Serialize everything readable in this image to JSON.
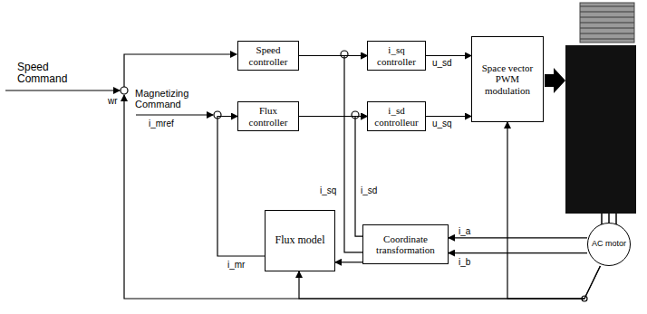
{
  "diagram": {
    "nodes": [
      {
        "text": [
          "Speed controller"
        ]
      },
      {
        "text": [
          "i_sq controller"
        ]
      },
      {
        "text": [
          "Space vector PWM modulation"
        ]
      },
      {
        "text": [
          "Flux controller"
        ]
      },
      {
        "text": [
          "i_sd controlleur"
        ]
      },
      {
        "text": [
          "Flux model"
        ]
      },
      {
        "text": [
          "Coordinate transformation"
        ]
      },
      {
        "text": [
          "AC motor"
        ]
      }
    ],
    "edges": [
      {
        "from": 0,
        "to": 1,
        "arrow": "to"
      },
      {
        "from": 1,
        "to": 2,
        "label": "u_sd",
        "arrow": "to"
      },
      {
        "from": 3,
        "to": 4,
        "arrow": "to"
      },
      {
        "from": 4,
        "to": 2,
        "label": "u_sq",
        "arrow": "to"
      },
      {
        "from": 6,
        "to": 1,
        "label": "i_sq",
        "arrow": "to"
      },
      {
        "from": 6,
        "to": 4,
        "label": "i_sd",
        "arrow": "to"
      },
      {
        "from": 6,
        "to": 5,
        "arrow": "to"
      },
      {
        "from": 5,
        "to": 3,
        "label": "i_mr",
        "arrow": "to"
      },
      {
        "from": 7,
        "to": 6,
        "label": "i_a",
        "arrow": "to"
      },
      {
        "from": 7,
        "to": 6,
        "label": "i_b",
        "arrow": "to"
      },
      {
        "from": 7,
        "to": 2,
        "arrow": "to"
      },
      {
        "from": 7,
        "to": 5,
        "arrow": "to"
      }
    ],
    "labels": [
      "Speed Command",
      "Magnetizing Command",
      "wr",
      "i_mref"
    ]
  }
}
